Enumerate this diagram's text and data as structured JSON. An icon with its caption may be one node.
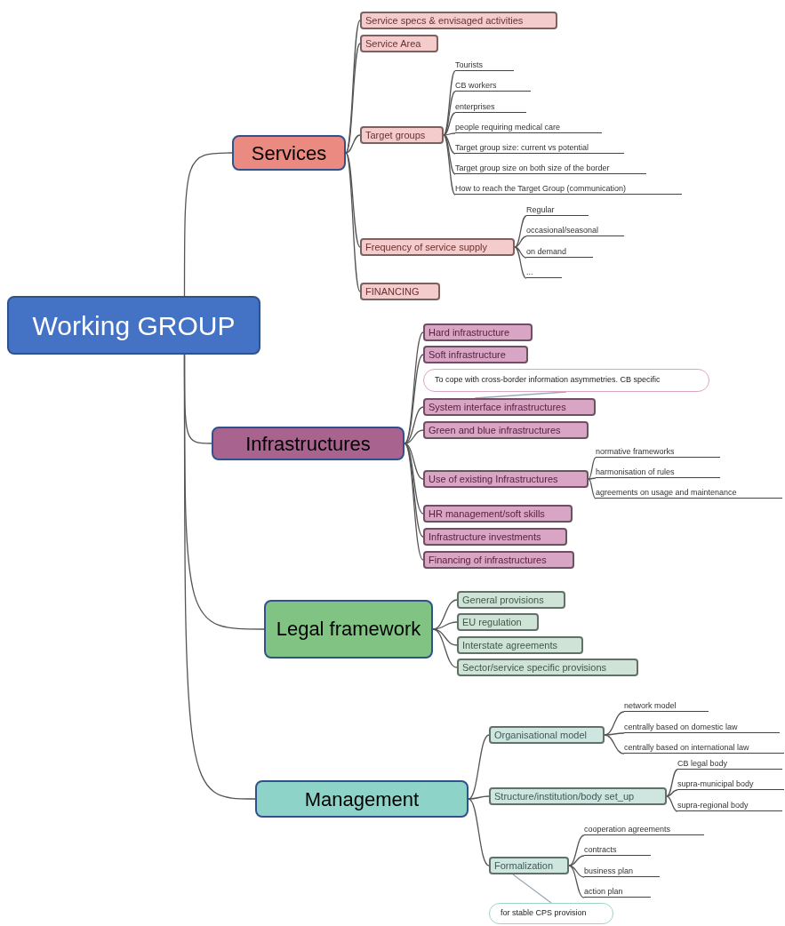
{
  "diagram": {
    "nodes": [
      {
        "text": [
          "Working GROUP"
        ]
      },
      {
        "text": [
          "Services"
        ]
      },
      {
        "text": [
          "Service specs & envisaged activities"
        ]
      },
      {
        "text": [
          "Service Area"
        ]
      },
      {
        "text": [
          "Target groups"
        ]
      },
      {
        "text": [
          "Tourists"
        ]
      },
      {
        "text": [
          "CB workers"
        ]
      },
      {
        "text": [
          "enterprises"
        ]
      },
      {
        "text": [
          "people requiring medical care"
        ]
      },
      {
        "text": [
          "Target group size:  current vs potential"
        ]
      },
      {
        "text": [
          "Target group size on both size of the border"
        ]
      },
      {
        "text": [
          "How to reach the Target Group (communication)"
        ]
      },
      {
        "text": [
          "Frequency of service supply"
        ]
      },
      {
        "text": [
          "Regular"
        ]
      },
      {
        "text": [
          "occasional/seasonal"
        ]
      },
      {
        "text": [
          "on demand"
        ]
      },
      {
        "text": [
          "..."
        ]
      },
      {
        "text": [
          "FINANCING"
        ]
      },
      {
        "text": [
          "Infrastructures"
        ]
      },
      {
        "text": [
          "Hard infrastructure"
        ]
      },
      {
        "text": [
          "Soft infrastructure"
        ]
      },
      {
        "text": [
          "To cope with cross-border information asymmetries. CB specific"
        ]
      },
      {
        "text": [
          "System interface infrastructures"
        ]
      },
      {
        "text": [
          "Green and blue infrastructures"
        ]
      },
      {
        "text": [
          "Use of existing Infrastructures"
        ]
      },
      {
        "text": [
          "normative frameworks"
        ]
      },
      {
        "text": [
          "harmonisation of rules"
        ]
      },
      {
        "text": [
          "agreements on usage and maintenance"
        ]
      },
      {
        "text": [
          "HR management/soft skills"
        ]
      },
      {
        "text": [
          "Infrastructure investments"
        ]
      },
      {
        "text": [
          "Financing of infrastructures"
        ]
      },
      {
        "text": [
          "Legal framework"
        ]
      },
      {
        "text": [
          "General provisions"
        ]
      },
      {
        "text": [
          "EU regulation"
        ]
      },
      {
        "text": [
          "Interstate agreements"
        ]
      },
      {
        "text": [
          "Sector/service specific provisions"
        ]
      },
      {
        "text": [
          "Management"
        ]
      },
      {
        "text": [
          "Organisational model"
        ]
      },
      {
        "text": [
          "network model"
        ]
      },
      {
        "text": [
          "centrally based on domestic law"
        ]
      },
      {
        "text": [
          "centrally based on international law"
        ]
      },
      {
        "text": [
          "Structure/institution/body set_up"
        ]
      },
      {
        "text": [
          "CB legal body"
        ]
      },
      {
        "text": [
          "supra-municipal body"
        ]
      },
      {
        "text": [
          "supra-regional body"
        ]
      },
      {
        "text": [
          "Formalization"
        ]
      },
      {
        "text": [
          "cooperation agreements"
        ]
      },
      {
        "text": [
          "contracts"
        ]
      },
      {
        "text": [
          "business plan"
        ]
      },
      {
        "text": [
          "action plan"
        ]
      },
      {
        "text": [
          "for stable CPS provision"
        ]
      }
    ],
    "edges": [
      {
        "from": 0,
        "to": 1,
        "arrow": "none"
      },
      {
        "from": 1,
        "to": 2,
        "arrow": "none"
      },
      {
        "from": 1,
        "to": 3,
        "arrow": "none"
      },
      {
        "from": 1,
        "to": 4,
        "arrow": "none"
      },
      {
        "from": 4,
        "to": 5,
        "arrow": "none"
      },
      {
        "from": 4,
        "to": 6,
        "arrow": "none"
      },
      {
        "from": 4,
        "to": 7,
        "arrow": "none"
      },
      {
        "from": 4,
        "to": 8,
        "arrow": "none"
      },
      {
        "from": 4,
        "to": 9,
        "arrow": "none"
      },
      {
        "from": 4,
        "to": 10,
        "arrow": "none"
      },
      {
        "from": 4,
        "to": 11,
        "arrow": "none"
      },
      {
        "from": 1,
        "to": 12,
        "arrow": "none"
      },
      {
        "from": 12,
        "to": 13,
        "arrow": "none"
      },
      {
        "from": 12,
        "to": 14,
        "arrow": "none"
      },
      {
        "from": 12,
        "to": 15,
        "arrow": "none"
      },
      {
        "from": 12,
        "to": 16,
        "arrow": "none"
      },
      {
        "from": 1,
        "to": 17,
        "arrow": "none"
      },
      {
        "from": 0,
        "to": 18,
        "arrow": "none"
      },
      {
        "from": 18,
        "to": 19,
        "arrow": "none"
      },
      {
        "from": 18,
        "to": 20,
        "arrow": "none"
      },
      {
        "from": 21,
        "to": 22,
        "arrow": "none",
        "color": "#99aabb"
      },
      {
        "from": 18,
        "to": 22,
        "arrow": "none"
      },
      {
        "from": 18,
        "to": 23,
        "arrow": "none"
      },
      {
        "from": 18,
        "to": 24,
        "arrow": "none"
      },
      {
        "from": 24,
        "to": 25,
        "arrow": "none"
      },
      {
        "from": 24,
        "to": 26,
        "arrow": "none"
      },
      {
        "from": 24,
        "to": 27,
        "arrow": "none"
      },
      {
        "from": 18,
        "to": 28,
        "arrow": "none"
      },
      {
        "from": 18,
        "to": 29,
        "arrow": "none"
      },
      {
        "from": 18,
        "to": 30,
        "arrow": "none"
      },
      {
        "from": 0,
        "to": 31,
        "arrow": "none"
      },
      {
        "from": 31,
        "to": 32,
        "arrow": "none"
      },
      {
        "from": 31,
        "to": 33,
        "arrow": "none"
      },
      {
        "from": 31,
        "to": 34,
        "arrow": "none"
      },
      {
        "from": 31,
        "to": 35,
        "arrow": "none"
      },
      {
        "from": 0,
        "to": 36,
        "arrow": "none"
      },
      {
        "from": 36,
        "to": 37,
        "arrow": "none"
      },
      {
        "from": 37,
        "to": 38,
        "arrow": "none"
      },
      {
        "from": 37,
        "to": 39,
        "arrow": "none"
      },
      {
        "from": 37,
        "to": 40,
        "arrow": "none"
      },
      {
        "from": 36,
        "to": 41,
        "arrow": "none"
      },
      {
        "from": 41,
        "to": 42,
        "arrow": "none"
      },
      {
        "from": 41,
        "to": 43,
        "arrow": "none"
      },
      {
        "from": 41,
        "to": 44,
        "arrow": "none"
      },
      {
        "from": 36,
        "to": 45,
        "arrow": "none"
      },
      {
        "from": 45,
        "to": 46,
        "arrow": "none"
      },
      {
        "from": 45,
        "to": 47,
        "arrow": "none"
      },
      {
        "from": 45,
        "to": 48,
        "arrow": "none"
      },
      {
        "from": 45,
        "to": 49,
        "arrow": "none"
      },
      {
        "from": 50,
        "to": 45,
        "arrow": "none",
        "color": "#99aabb"
      }
    ]
  }
}
